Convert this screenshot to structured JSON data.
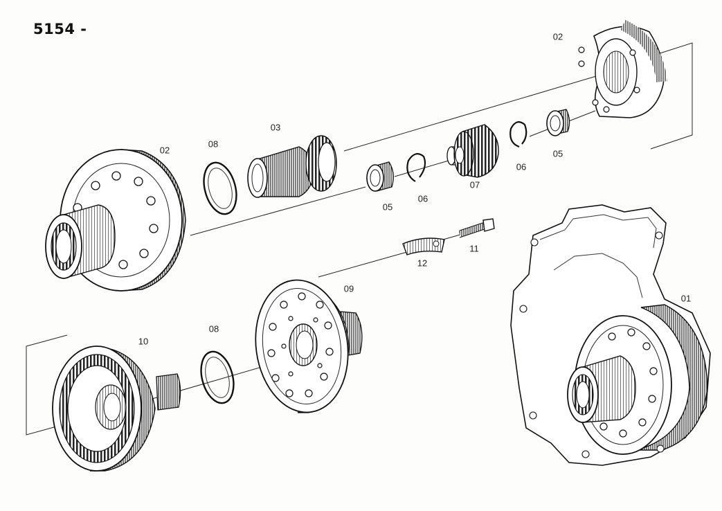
{
  "diagram": {
    "title": "5154 -",
    "callouts": [
      "01",
      "02",
      "02",
      "03",
      "05",
      "05",
      "06",
      "06",
      "07",
      "08",
      "08",
      "09",
      "10",
      "11",
      "12"
    ]
  }
}
